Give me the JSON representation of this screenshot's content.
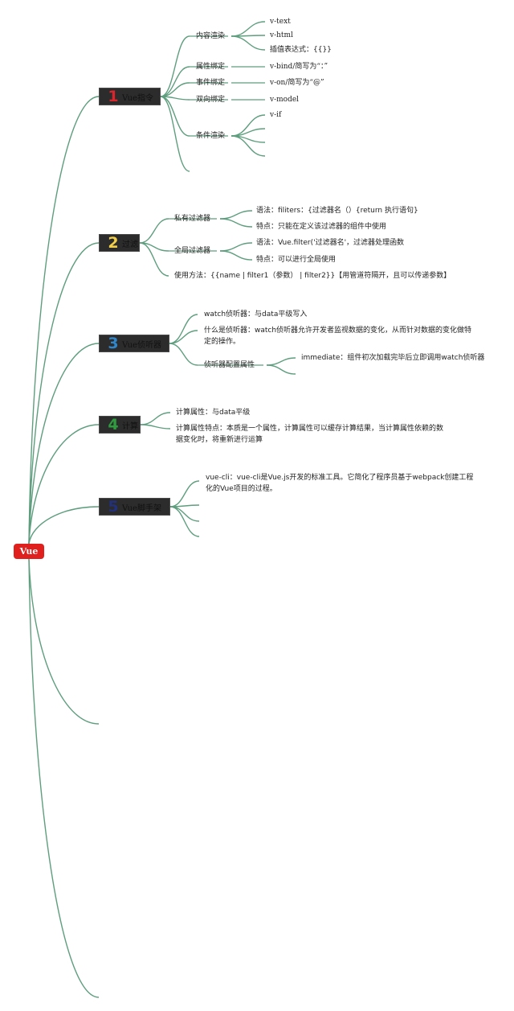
{
  "root": {
    "label": "Vue"
  },
  "colors": {
    "line": "#5e9e7e",
    "root": "#e0201c",
    "branch_bg": "#2c2c2c"
  },
  "branches": [
    {
      "num": "1",
      "num_color": "#d8262c",
      "label": "Vue指令",
      "children": [
        {
          "label": "内容渲染",
          "children": [
            "v-text",
            "v-html",
            "插值表达式：{{}}"
          ]
        },
        {
          "label": "属性绑定",
          "children": [
            "v-bind/简写为“：”"
          ]
        },
        {
          "label": "事件绑定",
          "children": [
            "v-on/简写为“@”"
          ]
        },
        {
          "label": "双向绑定",
          "children": [
            "v-model"
          ]
        },
        {
          "label": "条件渲染",
          "children": [
            "v-if"
          ]
        }
      ]
    },
    {
      "num": "2",
      "num_color": "#f2cf4a",
      "label": "过滤",
      "children": [
        {
          "label": "私有过滤器",
          "children": [
            "语法：filiters：{过滤器名（）{return 执行语句}",
            "特点：只能在定义该过滤器的组件中使用"
          ]
        },
        {
          "label": "全局过滤器",
          "children": [
            "语法：Vue.filter('过滤器名'，过滤器处理函数",
            "特点：可以进行全局使用"
          ]
        },
        {
          "label": "使用方法：{{name | filter1（参数） | filter2}}【用管道符隔开，且可以传递参数】"
        }
      ]
    },
    {
      "num": "3",
      "num_color": "#2f86c8",
      "label": "Vue侦听器",
      "children": [
        {
          "label": "watch侦听器：与data平级写入"
        },
        {
          "label": "什么是侦听器：watch侦听器允许开发者监视数据的变化，从而针对数据的变化做特定的操作。"
        },
        {
          "label": "侦听器配置属性",
          "children": [
            "immediate：组件初次加载完毕后立即调用watch侦听器"
          ]
        }
      ]
    },
    {
      "num": "4",
      "num_color": "#2e9b3f",
      "label": "计算",
      "children": [
        {
          "label": "计算属性：与data平级"
        },
        {
          "label": "计算属性特点：本质是一个属性，计算属性可以缓存计算结果，当计算属性依赖的数据变化时，将重新进行运算"
        }
      ]
    },
    {
      "num": "5",
      "num_color": "#23307a",
      "label": "Vue脚手架",
      "children": [
        {
          "label": "vue-cli：vue-cli是Vue.js开发的标准工具。它简化了程序员基于webpack创建工程化的Vue项目的过程。"
        }
      ]
    }
  ]
}
